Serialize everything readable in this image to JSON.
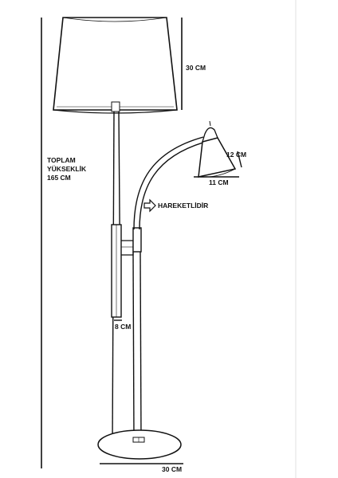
{
  "labels": {
    "total_height_line1": "TOPLAM",
    "total_height_line2": "YÜKSEKLİK",
    "total_height_line3": "165 CM",
    "shade_height": "30 CM",
    "reading_shade_height": "12 CM",
    "reading_shade_width": "11 CM",
    "movable": "HAREKETLİDİR",
    "pole_width": "8 CM",
    "base_width": "30 CM"
  }
}
